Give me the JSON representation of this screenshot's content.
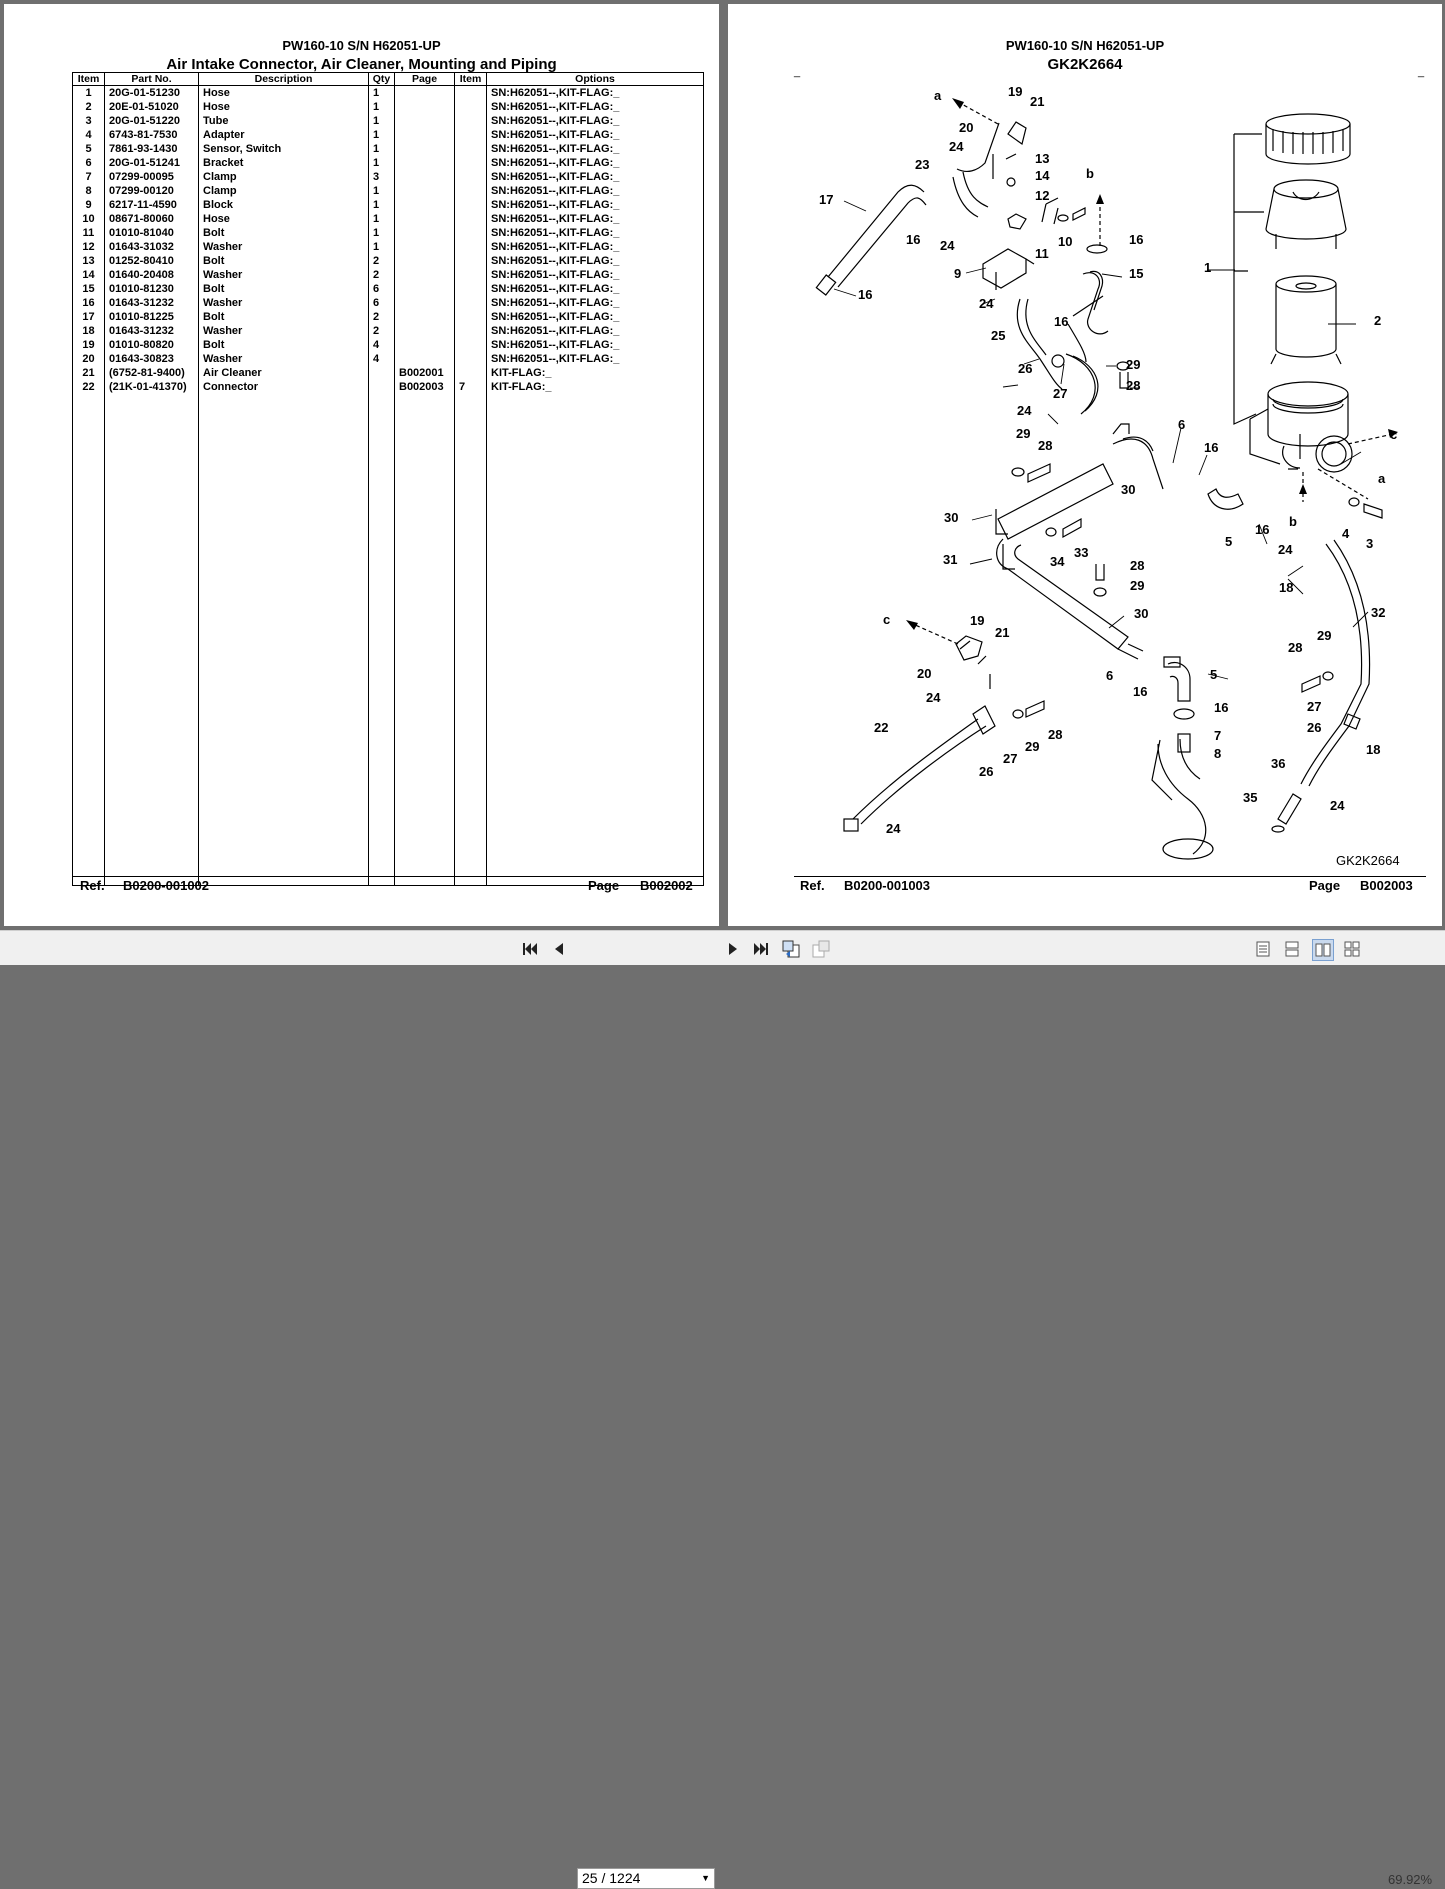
{
  "left_page": {
    "header_model": "PW160-10 S/N H62051-UP",
    "header_title": "Air Intake Connector, Air Cleaner, Mounting and Piping",
    "columns": [
      "Item",
      "Part No.",
      "Description",
      "Qty",
      "Page",
      "Item",
      "Options"
    ],
    "rows": [
      {
        "item": "1",
        "part": "20G-01-51230",
        "desc": "Hose",
        "qty": "1",
        "page": "",
        "pitem": "",
        "opt": "SN:H62051--,KIT-FLAG:_"
      },
      {
        "item": "2",
        "part": "20E-01-51020",
        "desc": "Hose",
        "qty": "1",
        "page": "",
        "pitem": "",
        "opt": "SN:H62051--,KIT-FLAG:_"
      },
      {
        "item": "3",
        "part": "20G-01-51220",
        "desc": "Tube",
        "qty": "1",
        "page": "",
        "pitem": "",
        "opt": "SN:H62051--,KIT-FLAG:_"
      },
      {
        "item": "4",
        "part": "6743-81-7530",
        "desc": "Adapter",
        "qty": "1",
        "page": "",
        "pitem": "",
        "opt": "SN:H62051--,KIT-FLAG:_"
      },
      {
        "item": "5",
        "part": "7861-93-1430",
        "desc": "Sensor, Switch",
        "qty": "1",
        "page": "",
        "pitem": "",
        "opt": "SN:H62051--,KIT-FLAG:_"
      },
      {
        "item": "6",
        "part": "20G-01-51241",
        "desc": "Bracket",
        "qty": "1",
        "page": "",
        "pitem": "",
        "opt": "SN:H62051--,KIT-FLAG:_"
      },
      {
        "item": "7",
        "part": "07299-00095",
        "desc": "Clamp",
        "qty": "3",
        "page": "",
        "pitem": "",
        "opt": "SN:H62051--,KIT-FLAG:_"
      },
      {
        "item": "8",
        "part": "07299-00120",
        "desc": "Clamp",
        "qty": "1",
        "page": "",
        "pitem": "",
        "opt": "SN:H62051--,KIT-FLAG:_"
      },
      {
        "item": "9",
        "part": "6217-11-4590",
        "desc": "Block",
        "qty": "1",
        "page": "",
        "pitem": "",
        "opt": "SN:H62051--,KIT-FLAG:_"
      },
      {
        "item": "10",
        "part": "08671-80060",
        "desc": "Hose",
        "qty": "1",
        "page": "",
        "pitem": "",
        "opt": "SN:H62051--,KIT-FLAG:_"
      },
      {
        "item": "11",
        "part": "01010-81040",
        "desc": "Bolt",
        "qty": "1",
        "page": "",
        "pitem": "",
        "opt": "SN:H62051--,KIT-FLAG:_"
      },
      {
        "item": "12",
        "part": "01643-31032",
        "desc": "Washer",
        "qty": "1",
        "page": "",
        "pitem": "",
        "opt": "SN:H62051--,KIT-FLAG:_"
      },
      {
        "item": "13",
        "part": "01252-80410",
        "desc": "Bolt",
        "qty": "2",
        "page": "",
        "pitem": "",
        "opt": "SN:H62051--,KIT-FLAG:_"
      },
      {
        "item": "14",
        "part": "01640-20408",
        "desc": "Washer",
        "qty": "2",
        "page": "",
        "pitem": "",
        "opt": "SN:H62051--,KIT-FLAG:_"
      },
      {
        "item": "15",
        "part": "01010-81230",
        "desc": "Bolt",
        "qty": "6",
        "page": "",
        "pitem": "",
        "opt": "SN:H62051--,KIT-FLAG:_"
      },
      {
        "item": "16",
        "part": "01643-31232",
        "desc": "Washer",
        "qty": "6",
        "page": "",
        "pitem": "",
        "opt": "SN:H62051--,KIT-FLAG:_"
      },
      {
        "item": "17",
        "part": "01010-81225",
        "desc": "Bolt",
        "qty": "2",
        "page": "",
        "pitem": "",
        "opt": "SN:H62051--,KIT-FLAG:_"
      },
      {
        "item": "18",
        "part": "01643-31232",
        "desc": "Washer",
        "qty": "2",
        "page": "",
        "pitem": "",
        "opt": "SN:H62051--,KIT-FLAG:_"
      },
      {
        "item": "19",
        "part": "01010-80820",
        "desc": "Bolt",
        "qty": "4",
        "page": "",
        "pitem": "",
        "opt": "SN:H62051--,KIT-FLAG:_"
      },
      {
        "item": "20",
        "part": "01643-30823",
        "desc": "Washer",
        "qty": "4",
        "page": "",
        "pitem": "",
        "opt": "SN:H62051--,KIT-FLAG:_"
      },
      {
        "item": "21",
        "part": "(6752-81-9400)",
        "desc": "Air Cleaner",
        "qty": "",
        "page": "B002001",
        "pitem": "",
        "opt": "KIT-FLAG:_"
      },
      {
        "item": "22",
        "part": "(21K-01-41370)",
        "desc": "Connector",
        "qty": "",
        "page": "B002003",
        "pitem": "7",
        "opt": "KIT-FLAG:_"
      }
    ],
    "footer_ref_label": "Ref.",
    "footer_ref": "B0200-001002",
    "footer_page_label": "Page",
    "footer_page": "B002002"
  },
  "right_page": {
    "header_model": "PW160-10 S/N H62051-UP",
    "header_code": "GK2K2664",
    "dash_left": "_",
    "dash_right": "_",
    "diagram_code": "GK2K2664",
    "footer_ref_label": "Ref.",
    "footer_ref": "B0200-001003",
    "footer_page_label": "Page",
    "footer_page": "B002003"
  },
  "toolbar": {
    "page_indicator": "25 / 1224",
    "zoom": "69.92%",
    "icons": [
      "first-page-icon",
      "prev-page-icon",
      "next-page-icon",
      "last-page-icon",
      "previous-view-icon",
      "next-view-icon",
      "single-page-icon",
      "continuous-icon",
      "facing-icon",
      "continuous-facing-icon"
    ]
  }
}
